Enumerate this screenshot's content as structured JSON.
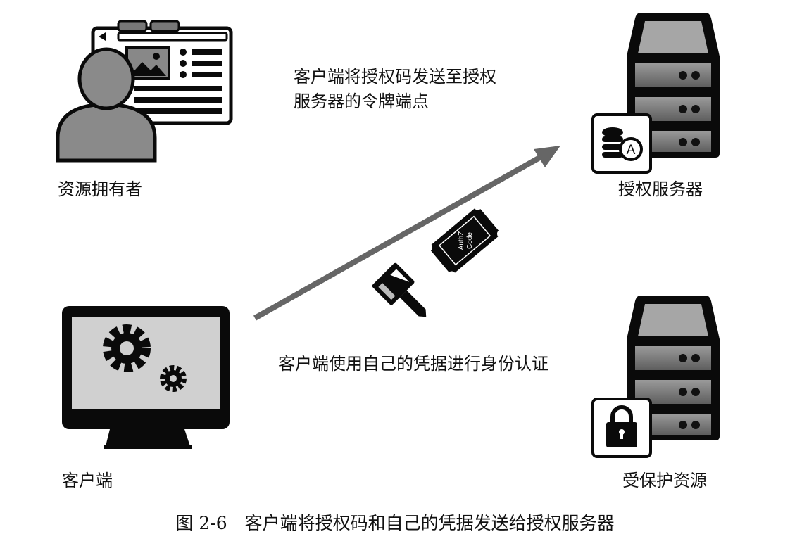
{
  "nodes": {
    "resource_owner": "资源拥有者",
    "auth_server": "授权服务器",
    "client": "客户端",
    "protected_resource": "受保护资源"
  },
  "annotations": {
    "send_code_line1": "客户端将授权码发送至授权",
    "send_code_line2": "服务器的令牌端点",
    "authenticate": "客户端使用自己的凭据进行身份认证"
  },
  "ticket": {
    "line1": "AuthZ",
    "line2": "Code"
  },
  "caption": "图 2-6　客户端将授权码和自己的凭据发送给授权服务器",
  "colors": {
    "arrow": "#666666",
    "server_fill": "#8a8a8a",
    "dark": "#0a0a0a"
  }
}
